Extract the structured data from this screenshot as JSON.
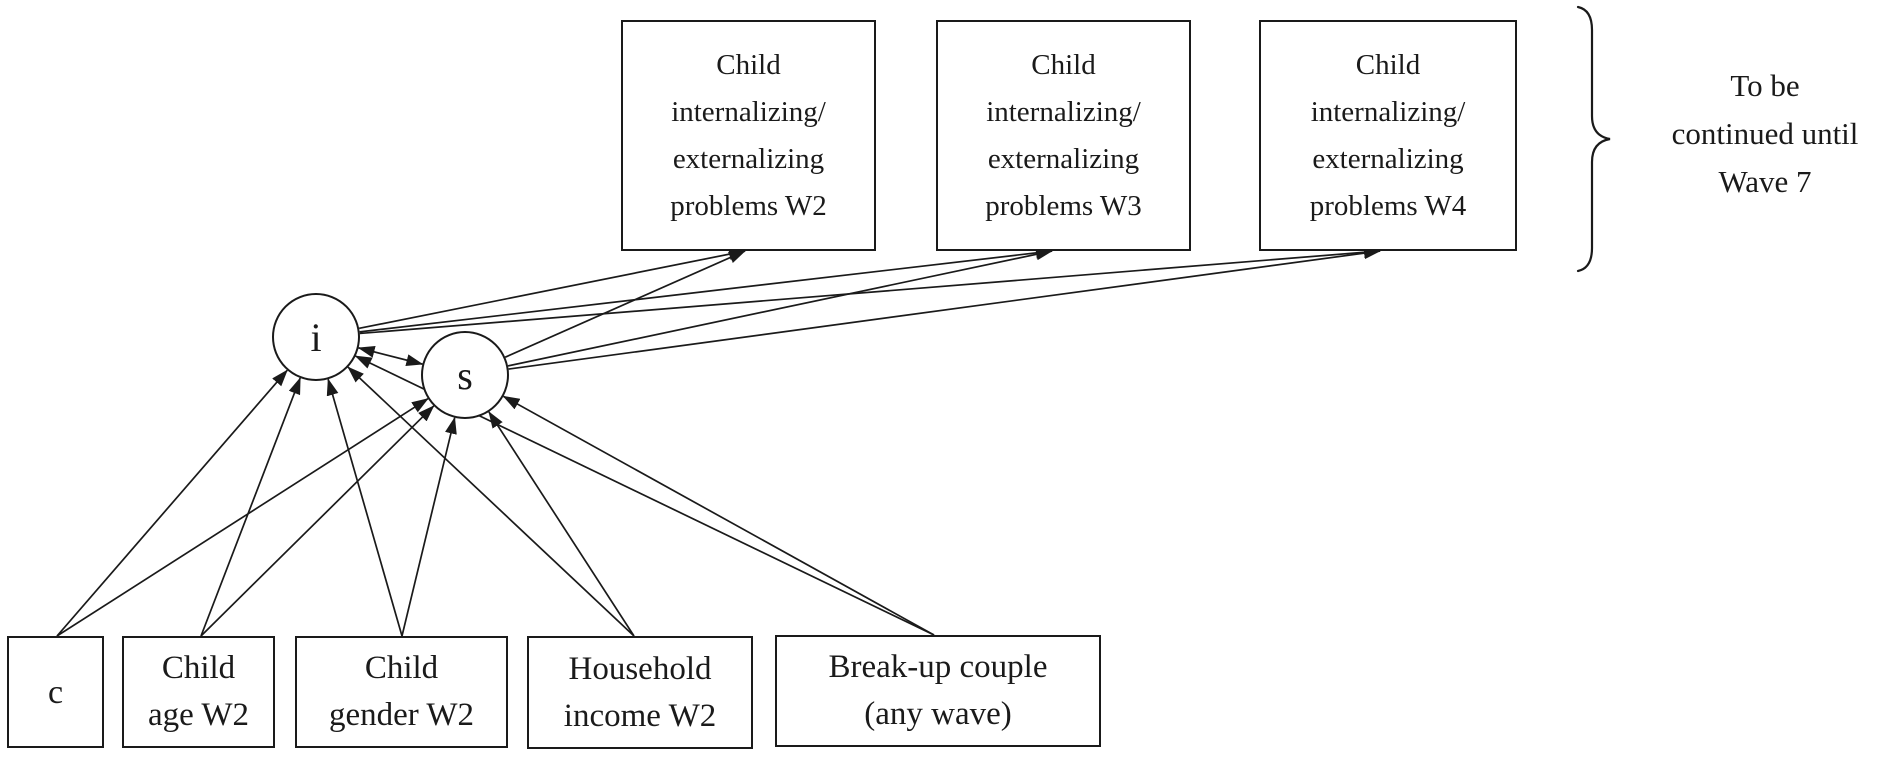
{
  "figure": {
    "background_color": "#ffffff",
    "ink_color": "#1a1a1a"
  },
  "diagram": {
    "nodes": {
      "w2": {
        "kind": "observed-box",
        "lines": [
          "Child",
          "internalizing/",
          "externalizing",
          "problems W2"
        ]
      },
      "w3": {
        "kind": "observed-box",
        "lines": [
          "Child",
          "internalizing/",
          "externalizing",
          "problems W3"
        ]
      },
      "w4": {
        "kind": "observed-box",
        "lines": [
          "Child",
          "internalizing/",
          "externalizing",
          "problems W4"
        ]
      },
      "i": {
        "kind": "latent-circle",
        "lines": [
          "i"
        ]
      },
      "s": {
        "kind": "latent-circle",
        "lines": [
          "s"
        ]
      },
      "c": {
        "kind": "covariate-box",
        "lines": [
          "c"
        ]
      },
      "age": {
        "kind": "covariate-box",
        "lines": [
          "Child",
          "age W2"
        ]
      },
      "gender": {
        "kind": "covariate-box",
        "lines": [
          "Child",
          "gender W2"
        ]
      },
      "income": {
        "kind": "covariate-box",
        "lines": [
          "Household",
          "income W2"
        ]
      },
      "breakup": {
        "kind": "covariate-box",
        "lines": [
          "Break-up couple",
          "(any wave)"
        ]
      }
    },
    "edges": [
      {
        "from": "i",
        "to": "w2",
        "double": false
      },
      {
        "from": "i",
        "to": "w3",
        "double": false
      },
      {
        "from": "i",
        "to": "w4",
        "double": false
      },
      {
        "from": "s",
        "to": "w2",
        "double": false
      },
      {
        "from": "s",
        "to": "w3",
        "double": false
      },
      {
        "from": "s",
        "to": "w4",
        "double": false
      },
      {
        "from": "c",
        "to": "i",
        "double": false
      },
      {
        "from": "c",
        "to": "s",
        "double": false
      },
      {
        "from": "age",
        "to": "i",
        "double": false
      },
      {
        "from": "age",
        "to": "s",
        "double": false
      },
      {
        "from": "gender",
        "to": "i",
        "double": false
      },
      {
        "from": "gender",
        "to": "s",
        "double": false
      },
      {
        "from": "income",
        "to": "i",
        "double": false
      },
      {
        "from": "income",
        "to": "s",
        "double": false
      },
      {
        "from": "breakup",
        "to": "i",
        "double": false
      },
      {
        "from": "breakup",
        "to": "s",
        "double": false
      },
      {
        "from": "i",
        "to": "s",
        "double": true
      }
    ],
    "annotation": {
      "lines": [
        "To be",
        "continued until",
        "Wave 7"
      ]
    }
  }
}
